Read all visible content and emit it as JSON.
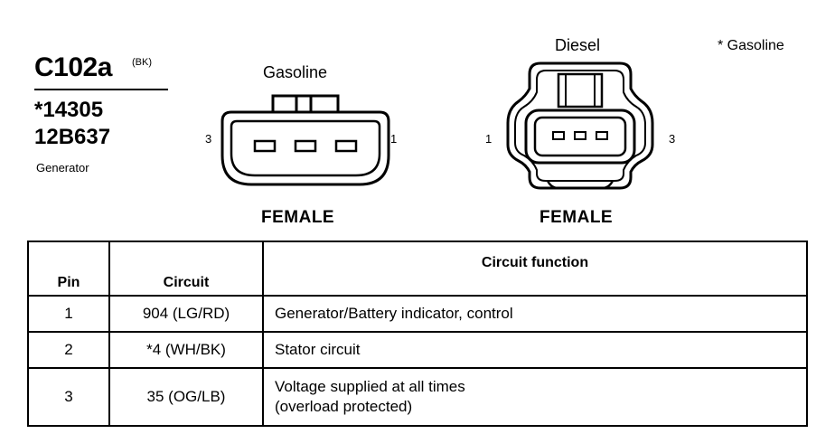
{
  "header": {
    "connector_id": "C102a",
    "connector_color": "(BK)",
    "part_numbers": [
      "*14305",
      "12B637"
    ],
    "component": "Generator"
  },
  "legend_note": "* Gasoline",
  "connectors": [
    {
      "title": "Gasoline",
      "gender": "FEMALE",
      "pin_left": "3",
      "pin_right": "1"
    },
    {
      "title": "Diesel",
      "gender": "FEMALE",
      "pin_left": "1",
      "pin_right": "3"
    }
  ],
  "table": {
    "headers": [
      "Pin",
      "Circuit",
      "Circuit function"
    ],
    "rows": [
      {
        "pin": "1",
        "circuit": "904 (LG/RD)",
        "function": [
          "Generator/Battery indicator, control"
        ]
      },
      {
        "pin": "2",
        "circuit": "*4 (WH/BK)",
        "function": [
          "Stator circuit"
        ]
      },
      {
        "pin": "3",
        "circuit": "35 (OG/LB)",
        "function": [
          "Voltage supplied at all times",
          "(overload protected)"
        ]
      }
    ]
  }
}
